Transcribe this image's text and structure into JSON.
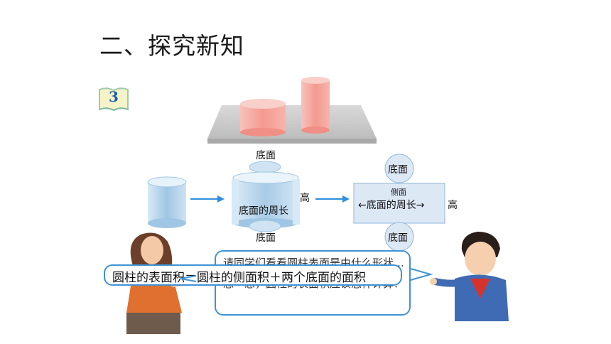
{
  "title": "二、探究新知",
  "example_number": "3",
  "labels": {
    "top_base_label": "底面",
    "height_label_cylinder": "高",
    "perimeter_label_cylinder": "底面的周长",
    "bottom_base_label": "底面",
    "rect_top_circle": "底面",
    "rect_side_label": "侧面",
    "rect_perimeter_label": "←底面的周长→",
    "rect_height_label": "高",
    "rect_bottom_circle": "底面"
  },
  "speech_bubble_text": "请同学们看看圆柱表面是由什么形状…想一想，圆柱的表面积应该怎样计算？",
  "formula_text": "圆柱的表面积＝圆柱的侧面积＋两个底面的面积",
  "colors": {
    "accent_blue": "#3f93d6",
    "arrow_blue": "#2f8ee0",
    "cylinder_pink": "#f5a7a0",
    "board_gray": "#c9c9c9"
  }
}
